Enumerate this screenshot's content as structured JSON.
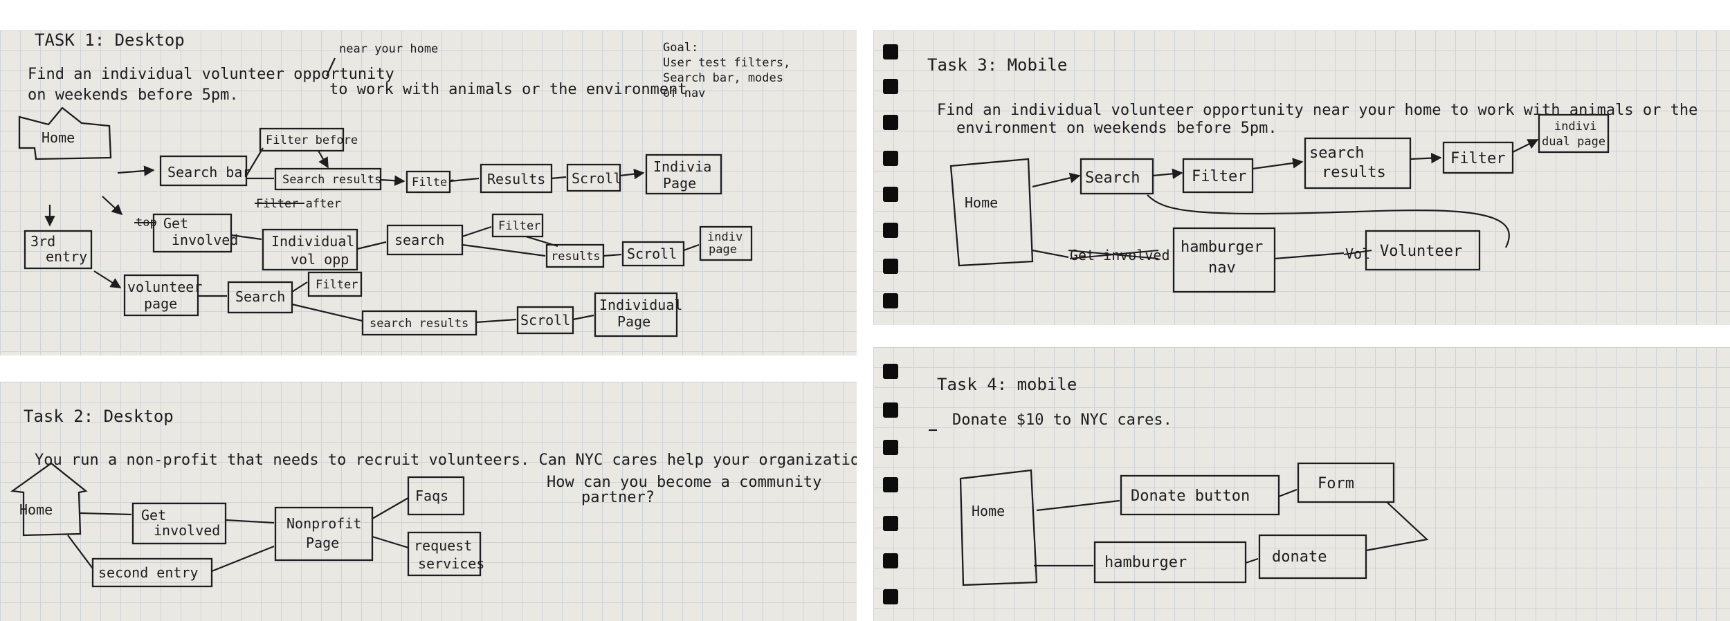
{
  "task1": {
    "title": "TASK 1: Desktop",
    "desc_line1": "Find an individual volunteer opportunity",
    "desc_insert": "near your home",
    "desc_line1b": "to work with animals or the environment",
    "desc_line2": "on weekends before 5pm.",
    "goal": [
      "Goal:",
      "User test filters,",
      "Search bar, modes",
      "of nav"
    ],
    "nodes": {
      "home": "Home",
      "search_bar": "Search bar",
      "filter_before": "Filter before",
      "search_results": "Search results",
      "filter_a": "Filter",
      "results": "Results",
      "scroll_a": "Scroll",
      "indiv_page": [
        "Indivia",
        "Page"
      ],
      "filter_after": "Filter after",
      "get_involved": [
        "Get",
        "involved"
      ],
      "get_involved_struck": "top",
      "third_entry": [
        "3rd",
        "entry"
      ],
      "individual_vol_opp": [
        "Individual",
        "vol opp"
      ],
      "search_b": "search",
      "filter_b": "Filter",
      "results_b": "results",
      "scroll_b": "Scroll",
      "indiv_page_b": [
        "indiv",
        "page"
      ],
      "volunteer_page": [
        "volunteer",
        "page"
      ],
      "search_c": "Search",
      "filter_c": "Filter",
      "search_results_c": "search results",
      "scroll_c": "Scroll",
      "individual_page_c": [
        "Individual",
        "Page"
      ]
    }
  },
  "task2": {
    "title": "Task 2: Desktop",
    "desc": "You run a non-profit that needs to recruit volunteers. Can NYC cares help your organization?",
    "question": [
      "How can you become a community",
      "partner?"
    ],
    "nodes": {
      "home": "Home",
      "get_involved": [
        "Get",
        "involved"
      ],
      "second_entry": "second entry",
      "nonprofit_page": [
        "Nonprofit",
        "Page"
      ],
      "faqs": "Faqs",
      "request_services": [
        "request",
        "services"
      ]
    }
  },
  "task3": {
    "title": "Task 3: Mobile",
    "desc_line1": "Find an individual volunteer opportunity near your home to work with animals or the",
    "desc_line2": "environment on weekends before 5pm.",
    "nodes": {
      "home": "Home",
      "search": "Search",
      "filter_a": "Filter",
      "search_results": [
        "search",
        "results"
      ],
      "filter_b": "Filter",
      "indivi_page": [
        "indivi",
        "dual page"
      ],
      "get_involved_struck": "Get involved",
      "hamburger_nav": [
        "hamburger",
        "nav"
      ],
      "volunteer_struck": "Vol",
      "volunteer": "Volunteer"
    }
  },
  "task4": {
    "title": "Task 4: mobile",
    "desc": "Donate $10 to NYC cares.",
    "nodes": {
      "home": "Home",
      "donate_button": "Donate button",
      "form": "Form",
      "hamburger": "hamburger",
      "donate": "donate"
    }
  }
}
